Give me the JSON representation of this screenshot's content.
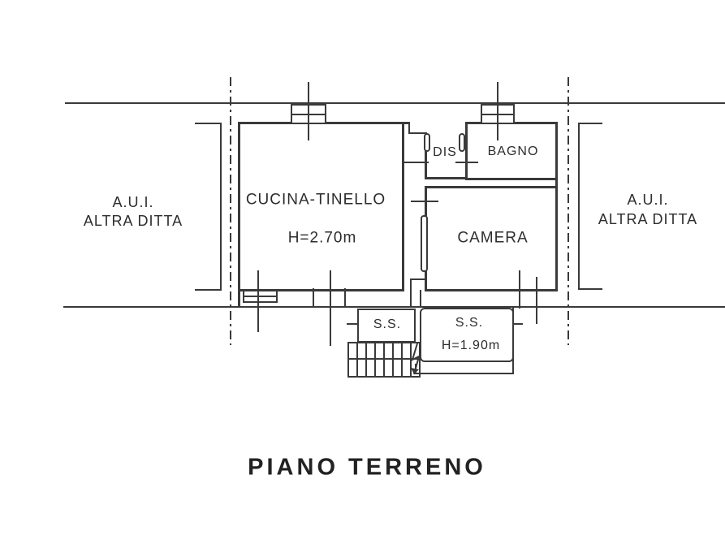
{
  "document": {
    "type": "scanned floor plan",
    "title": {
      "text": "PIANO TERRENO"
    }
  },
  "colors": {
    "ink": "#3a3a3a",
    "paper": "#ffffff"
  },
  "adjacent_left": {
    "line1": "A.U.I.",
    "line2": "ALTRA DITTA"
  },
  "adjacent_right": {
    "line1": "A.U.I.",
    "line2": "ALTRA DITTA"
  },
  "rooms": {
    "cucina": {
      "name": "CUCINA-TINELLO",
      "height": "H=2.70m"
    },
    "dis": {
      "name": "DIS"
    },
    "bagno": {
      "name": "BAGNO"
    },
    "camera": {
      "name": "CAMERA"
    },
    "ss_left": {
      "name": "S.S."
    },
    "ss_right": {
      "name": "S.S.",
      "height": "H=1.90m"
    }
  }
}
